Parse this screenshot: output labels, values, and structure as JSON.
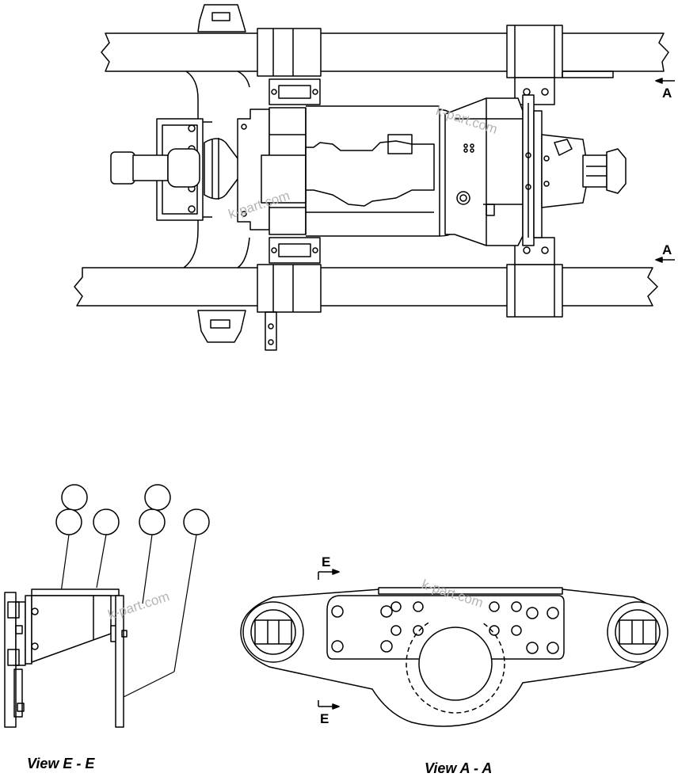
{
  "section_marks": {
    "a_top": "A",
    "a_bottom": "A",
    "e_top": "E",
    "e_bottom": "E"
  },
  "views": {
    "view_e": "View E - E",
    "view_a": "View A - A"
  },
  "watermark": "k-part.com",
  "callouts": {
    "count": 6
  }
}
